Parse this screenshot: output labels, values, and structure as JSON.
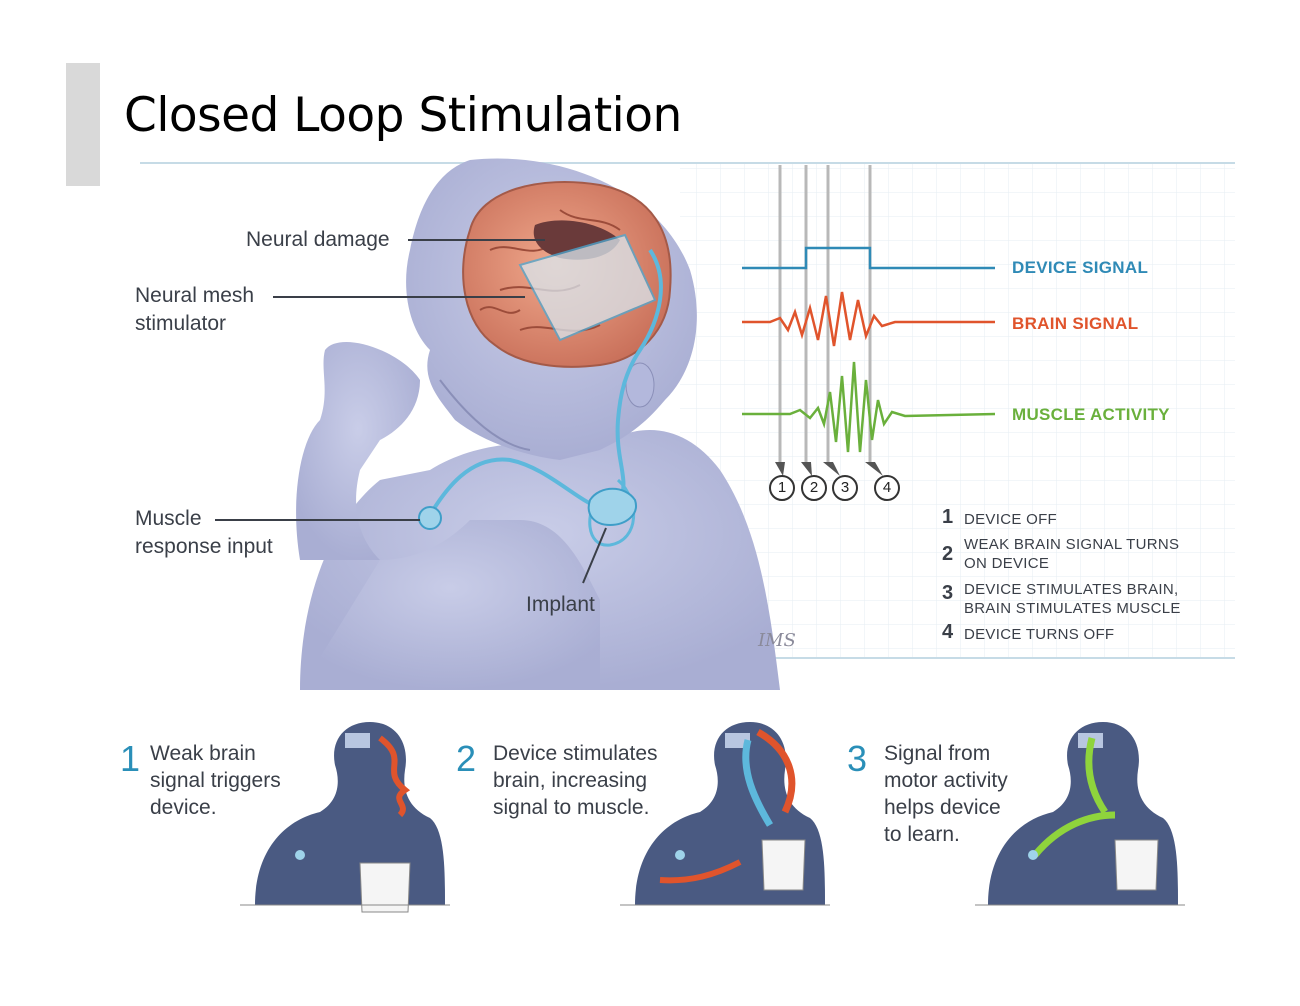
{
  "title": "Closed Loop Stimulation",
  "labels": {
    "neural_damage": "Neural damage",
    "neural_mesh": "Neural mesh\nstimulator",
    "muscle_input": "Muscle\nresponse input",
    "implant": "Implant"
  },
  "signals": {
    "device": "DEVICE SIGNAL",
    "brain": "BRAIN SIGNAL",
    "muscle": "MUSCLE ACTIVITY"
  },
  "colors": {
    "device": "#2f8ab6",
    "brain": "#e0542c",
    "muscle": "#6ab03c",
    "accent": "#2a8fb8",
    "figure": "#4a5a82"
  },
  "markers": [
    "1",
    "2",
    "3",
    "4"
  ],
  "legend": [
    {
      "num": "1",
      "text": "DEVICE OFF"
    },
    {
      "num": "2",
      "text": "WEAK BRAIN SIGNAL TURNS\nON DEVICE"
    },
    {
      "num": "3",
      "text": "DEVICE STIMULATES BRAIN,\nBRAIN STIMULATES MUSCLE"
    },
    {
      "num": "4",
      "text": "DEVICE TURNS OFF"
    }
  ],
  "signature": "IMS",
  "steps": [
    {
      "num": "1",
      "text": "Weak brain\nsignal triggers\ndevice."
    },
    {
      "num": "2",
      "text": "Device stimulates\nbrain, increasing\nsignal to muscle."
    },
    {
      "num": "3",
      "text": "Signal from\nmotor activity\nhelps device\nto learn."
    }
  ]
}
